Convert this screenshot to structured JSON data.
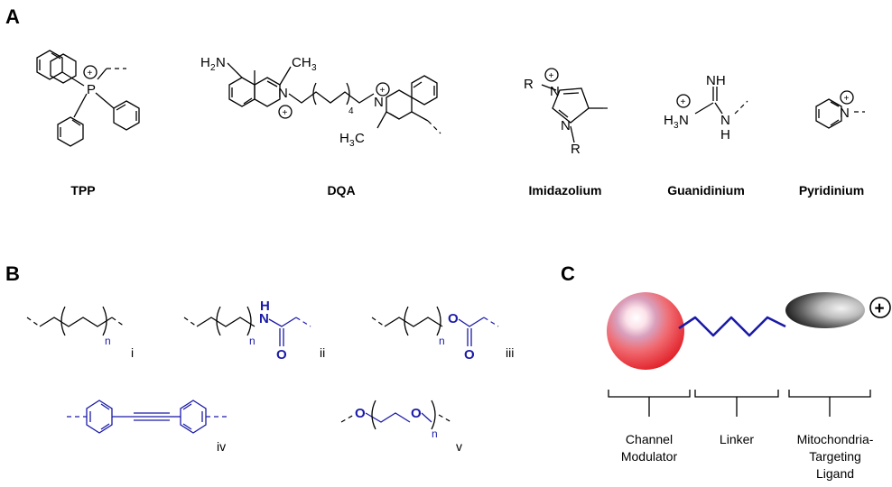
{
  "panels": {
    "a": "A",
    "b": "B",
    "c": "C"
  },
  "panel_a": {
    "compounds": [
      "TPP",
      "DQA",
      "Imidazolium",
      "Guanidinium",
      "Pyridinium"
    ],
    "atoms": {
      "P": "P",
      "N": "N",
      "NH": "NH",
      "NH2_H": "H",
      "NH2_N": "N",
      "sub2": "2",
      "sub3": "3",
      "CH3": "CH",
      "H3C_H": "H",
      "H3C_C": "C",
      "H3N_N": "N",
      "R": "R",
      "four": "4",
      "plus": "+"
    }
  },
  "panel_b": {
    "labels": [
      "i",
      "ii",
      "iii",
      "iv",
      "v"
    ],
    "subscript_n": "n",
    "atoms": {
      "H": "H",
      "N": "N",
      "O": "O"
    }
  },
  "panel_c": {
    "parts": [
      "Channel Modulator",
      "Linker",
      "Mitochondria-Targeting Ligand"
    ],
    "part_lines": [
      [
        "Channel",
        "Modulator"
      ],
      [
        "Linker"
      ],
      [
        "Mitochondria-",
        "Targeting",
        "Ligand"
      ]
    ],
    "charge": "+",
    "colors": {
      "sphere": "#e8212a",
      "linker": "#1a1aa8",
      "ligand": "#2a2a2a"
    }
  }
}
